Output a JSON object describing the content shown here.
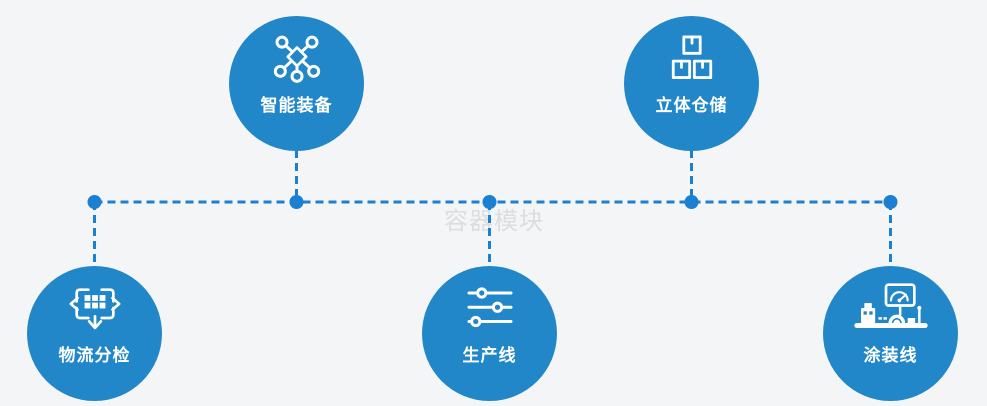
{
  "watermark": {
    "text": "容器模块"
  },
  "colors": {
    "background": "#f4f5f6",
    "node_fill": "#2187c8",
    "connector": "#1b80d2",
    "label_text": "#ffffff",
    "watermark_text": "#dcdde0"
  },
  "nodes": [
    {
      "label": "智能装备",
      "icon": "network-nodes-icon",
      "position": "top-left"
    },
    {
      "label": "立体仓储",
      "icon": "stacked-boxes-icon",
      "position": "top-right"
    },
    {
      "label": "物流分检",
      "icon": "sort-distribution-icon",
      "position": "bottom-left"
    },
    {
      "label": "生产线",
      "icon": "sliders-icon",
      "position": "bottom-center"
    },
    {
      "label": "涂装线",
      "icon": "coating-machine-icon",
      "position": "bottom-right"
    }
  ]
}
